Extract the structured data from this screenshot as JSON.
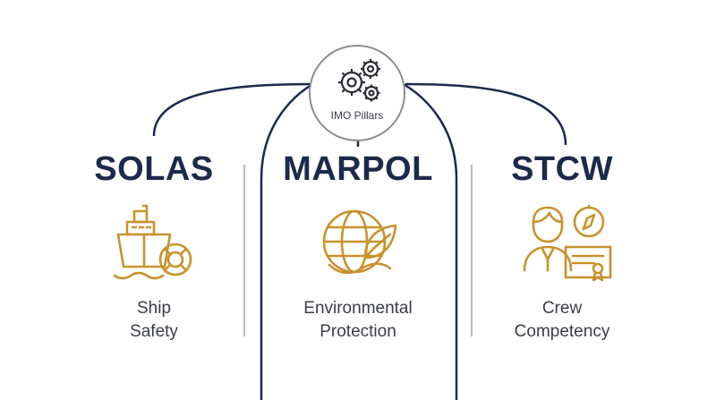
{
  "hub": {
    "label": "IMO Pillars",
    "icon": "gears-icon"
  },
  "colors": {
    "navy": "#1c2a4a",
    "gold": "#c9922e",
    "gray": "#8a8d94",
    "text": "#3a3d45"
  },
  "pillars": [
    {
      "title": "SOLAS",
      "line1": "Ship",
      "line2": "Safety",
      "icon": "ship-lifebuoy-icon"
    },
    {
      "title": "MARPOL",
      "line1": "Environmental",
      "line2": "Protection",
      "icon": "globe-leaf-icon"
    },
    {
      "title": "STCW",
      "line1": "Crew",
      "line2": "Competency",
      "icon": "crew-certificate-icon"
    }
  ]
}
